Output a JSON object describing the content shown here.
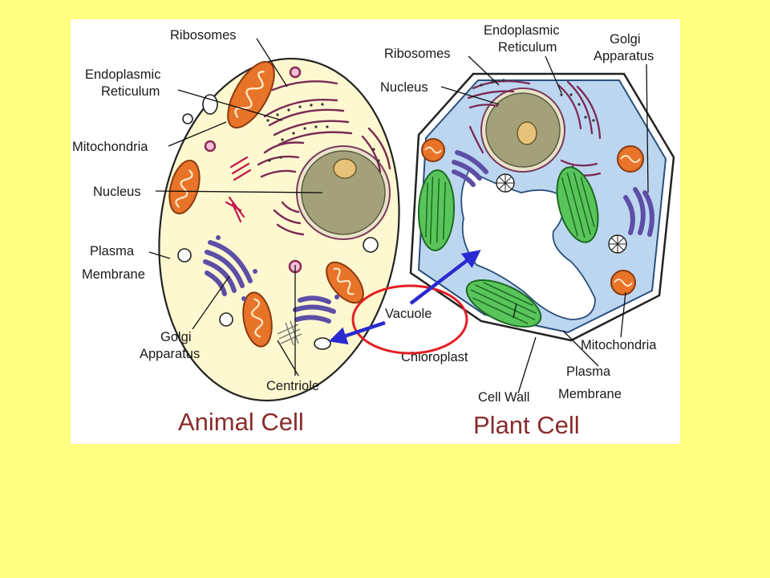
{
  "colors": {
    "slide_background": "#ffff80",
    "panel_background": "#ffffff",
    "animal_cytoplasm": "#fdf8d0",
    "plant_cytoplasm": "#bcd6f0",
    "nucleus": "#a3a07a",
    "nucleolus": "#e6c27a",
    "mitochondria": "#e8742a",
    "chloroplast": "#58c45a",
    "golgi": "#5d4ea6",
    "title_color": "#8a2b2b",
    "highlight_ellipse": "#e31e24",
    "arrow": "#2a2ad0"
  },
  "animal_cell": {
    "title": "Animal Cell",
    "labels": {
      "ribosomes": "Ribosomes",
      "er_line1": "Endoplasmic",
      "er_line2": "Reticulum",
      "mitochondria": "Mitochondria",
      "nucleus": "Nucleus",
      "plasma_line1": "Plasma",
      "plasma_line2": "Membrane",
      "golgi_line1": "Golgi",
      "golgi_line2": "Apparatus",
      "centriole": "Centriole"
    }
  },
  "plant_cell": {
    "title": "Plant Cell",
    "labels": {
      "er_line1": "Endoplasmic",
      "er_line2": "Reticulum",
      "ribosomes": "Ribosomes",
      "golgi_line1": "Golgi",
      "golgi_line2": "Apparatus",
      "nucleus": "Nucleus",
      "vacuole": "Vacuole",
      "chloroplast": "Chloroplast",
      "mitochondria": "Mitochondria",
      "plasma_line1": "Plasma",
      "plasma_line2": "Membrane",
      "cell_wall": "Cell Wall"
    }
  }
}
